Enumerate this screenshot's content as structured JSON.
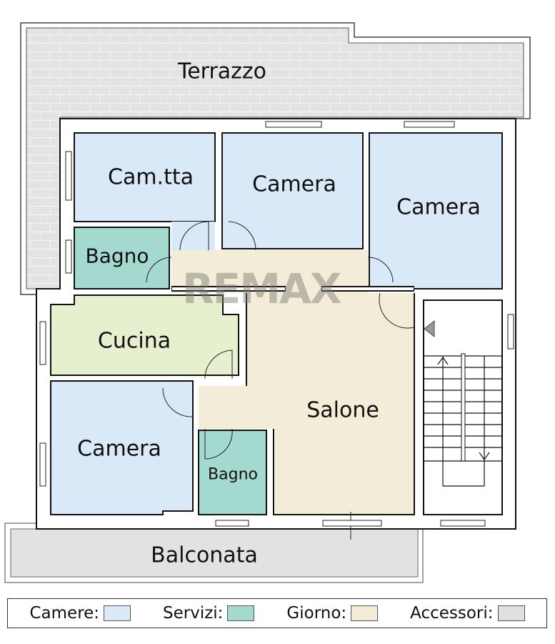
{
  "floor_plan": {
    "rooms": [
      {
        "id": "terrazzo",
        "label": "Terrazzo",
        "category": "accessori",
        "font_size": 30
      },
      {
        "id": "camerette",
        "label": "Cam.tta",
        "category": "camere",
        "font_size": 30
      },
      {
        "id": "camera-1",
        "label": "Camera",
        "category": "camere",
        "font_size": 30
      },
      {
        "id": "camera-2",
        "label": "Camera",
        "category": "camere",
        "font_size": 30
      },
      {
        "id": "bagno-1",
        "label": "Bagno",
        "category": "servizi",
        "font_size": 28
      },
      {
        "id": "cucina",
        "label": "Cucina",
        "category": "cucina",
        "font_size": 30
      },
      {
        "id": "salone",
        "label": "Salone",
        "category": "giorno",
        "font_size": 30
      },
      {
        "id": "camera-3",
        "label": "Camera",
        "category": "camere",
        "font_size": 30
      },
      {
        "id": "bagno-2",
        "label": "Bagno",
        "category": "servizi",
        "font_size": 22
      },
      {
        "id": "balconata",
        "label": "Balconata",
        "category": "accessori",
        "font_size": 30
      }
    ],
    "watermark": "REMAX",
    "colors": {
      "camere": "#d9e9f7",
      "servizi": "#a3d9cf",
      "giorno": "#f3ecd9",
      "cucina": "#e6f0cf",
      "accessori": "#e0e0e0",
      "wall": "#111111"
    }
  },
  "legend": {
    "items": [
      {
        "label": "Camere:",
        "color": "#dbeaf9"
      },
      {
        "label": "Servizi:",
        "color": "#a3d9cf"
      },
      {
        "label": "Giorno:",
        "color": "#f3ecd9"
      },
      {
        "label": "Accessori:",
        "color": "#e0e0e0"
      }
    ]
  }
}
